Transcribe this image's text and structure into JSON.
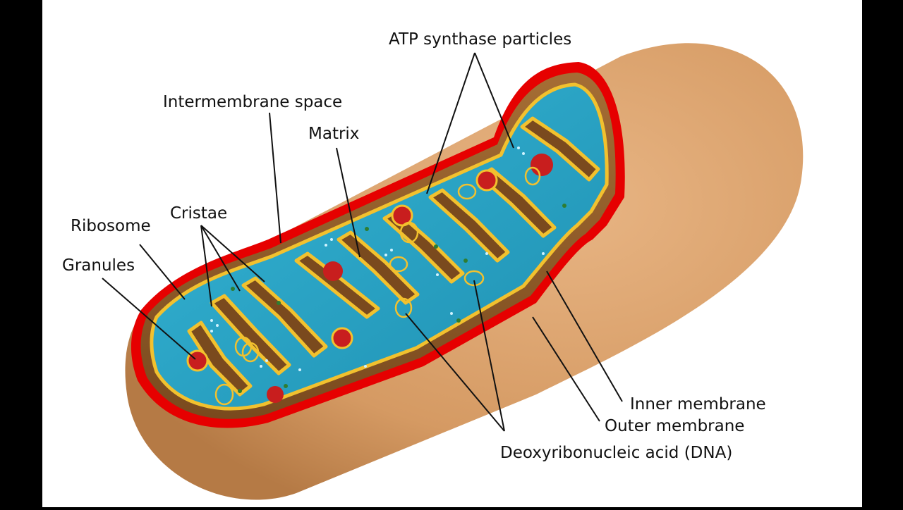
{
  "diagram": {
    "labels": {
      "atp_synthase": "ATP synthase particles",
      "intermembrane_space": "Intermembrane space",
      "matrix": "Matrix",
      "cristae": "Cristae",
      "ribosome": "Ribosome",
      "granules": "Granules",
      "inner_membrane": "Inner membrane",
      "outer_membrane": "Outer membrane",
      "dna": "Deoxyribonucleic acid (DNA)"
    },
    "colors": {
      "outer_body": "#D9A06B",
      "outer_shadow": "#B97D4B",
      "outer_membrane": "#E60000",
      "inner_membrane": "#F2C12E",
      "matrix": "#2AA7C9",
      "intermembrane": "#8E5B2C",
      "granule": "#C81E1E"
    }
  }
}
